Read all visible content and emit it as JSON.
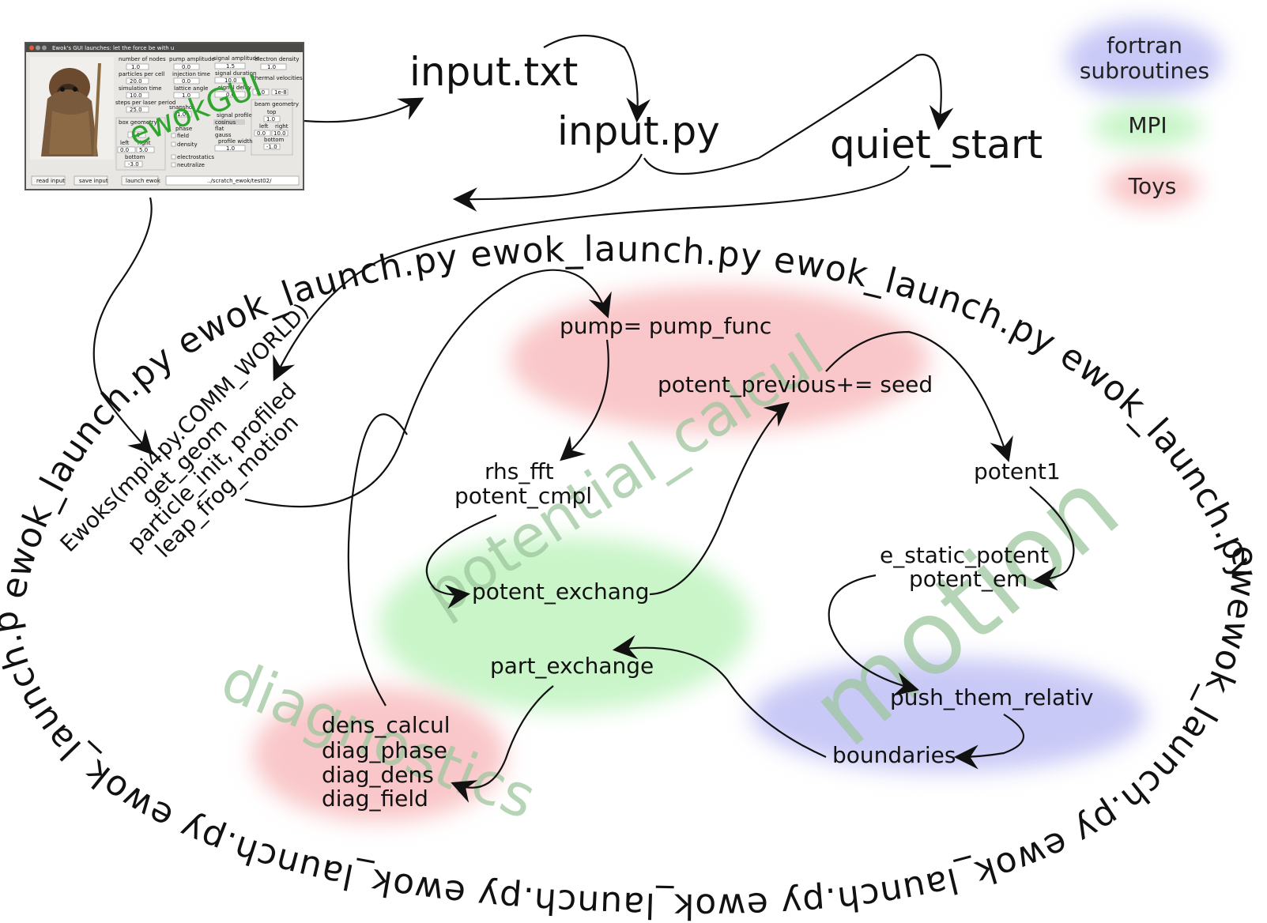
{
  "gui_window": {
    "title": "Ewok's GUI launches: let the force be with u",
    "labels": [
      "number of nodes",
      "particles per cell",
      "simulation time",
      "steps per laser period",
      "box geometry",
      "left",
      "right",
      "bottom",
      "pump amplitude",
      "injection time",
      "lattice angle",
      "snapshot",
      "phase",
      "field",
      "density",
      "electrostatics",
      "neutralize",
      "signal amplitude",
      "signal duration",
      "signal delay",
      "signal profile",
      "cosinus",
      "flat",
      "gauss",
      "profile width",
      "electron density",
      "thermal velocities",
      "beam geometry",
      "top"
    ],
    "values": [
      "1.0",
      "20.0",
      "10.0",
      "25.0",
      "3.0",
      "0.0",
      "5.0",
      "-3.0",
      "0.0",
      "0.0",
      "1.0",
      "1.0",
      "1.5",
      "10.0",
      "0.0",
      "1.0",
      "1.0",
      "1e-8",
      "1.0",
      "0.0",
      "10.0",
      "-1.0"
    ],
    "buttons": [
      "read input",
      "save input",
      "launch ewok"
    ],
    "path": "../scratch_ewok/test02/",
    "overlay": "ewokGUI"
  },
  "files": {
    "input_txt": "input.txt",
    "input_py": "input.py",
    "quiet_start": "quiet_start"
  },
  "legend": {
    "fortran": [
      "fortran",
      "subroutines"
    ],
    "mpi": "MPI",
    "toys": "Toys",
    "colors": {
      "fortran": "#c9c9f7",
      "mpi": "#c9f5c9",
      "toys": "#f9c7c9"
    }
  },
  "ring_text": {
    "upper": "ewok_launch.py ewok_launch.py ewok_launch.py ewok_launch.py ewok_launch.py",
    "lower": "ewewok_launch.py ewok_launch.py ewok_launch.py ewok_launch.py ewok_launch.py"
  },
  "ewoks_block": [
    "Ewoks(mpi4py.COMM_WORLD)",
    "get_geom",
    "particle_init, profiled",
    "leap_frog_motion"
  ],
  "nodes": {
    "pump": "pump= pump_func",
    "potent_previous": "potent_previous+= seed",
    "rhs_fft": "rhs_fft",
    "potent_cmpl": "potent_cmpl",
    "potent1": "potent1",
    "e_static": "e_static_potent",
    "potent_em": "potent_em",
    "potent_exchang": "potent_exchang",
    "part_exchange": "part_exchange",
    "push": "push_them_relativ",
    "boundaries": "boundaries",
    "diag": [
      "dens_calcul",
      "diag_phase",
      "diag_dens",
      "diag_field"
    ]
  },
  "watermarks": {
    "potential": "potential_calcul",
    "diagnostics": "diagnostics",
    "motion": "motion"
  }
}
